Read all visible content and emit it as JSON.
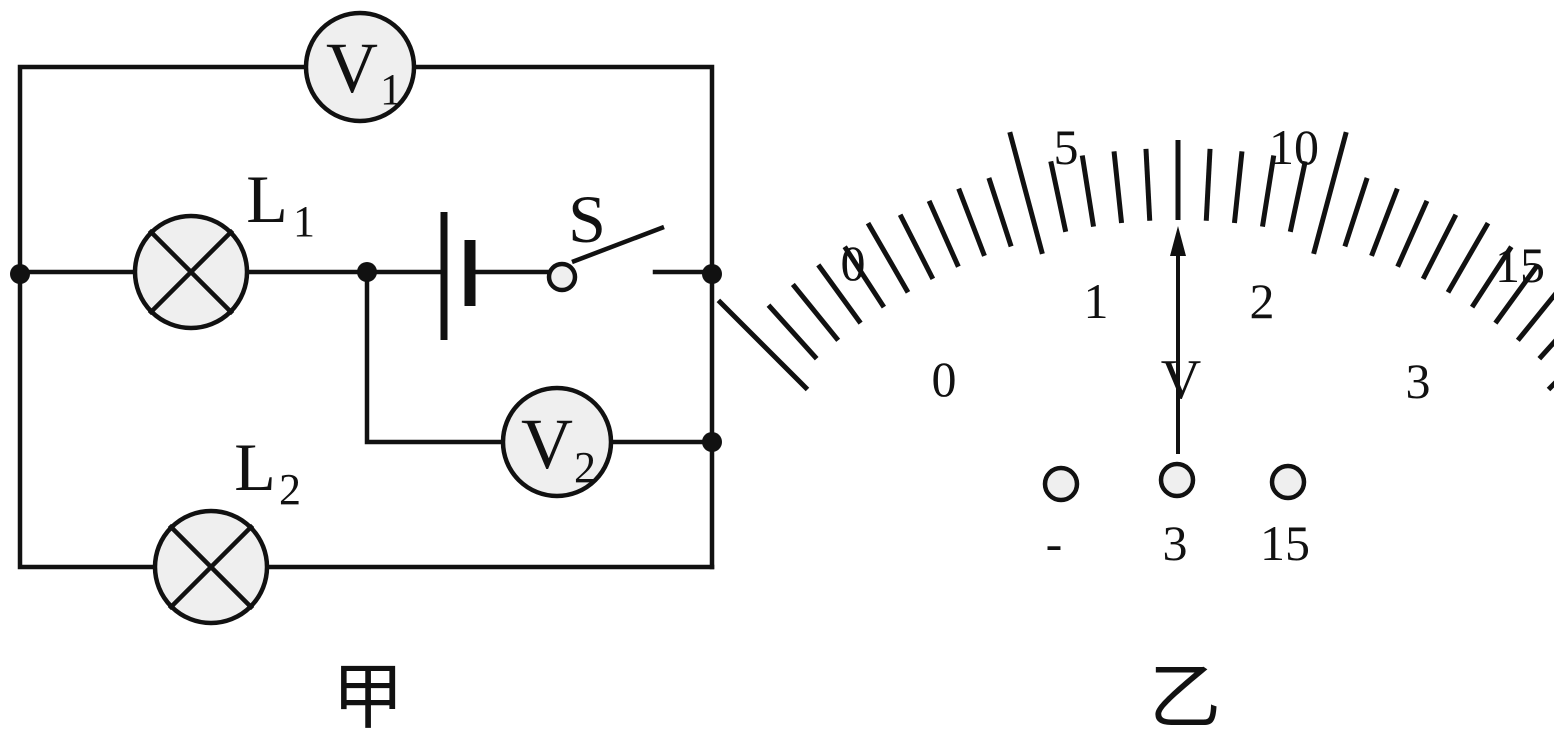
{
  "circuit": {
    "caption": "甲",
    "voltmeter_1": {
      "letter": "V",
      "sub": "1"
    },
    "voltmeter_2": {
      "letter": "V",
      "sub": "2"
    },
    "lamp_1": {
      "letter": "L",
      "sub": "1"
    },
    "lamp_2": {
      "letter": "L",
      "sub": "2"
    },
    "switch": {
      "letter": "S",
      "state": "open"
    }
  },
  "meter": {
    "caption": "乙",
    "unit": "V",
    "scale_large": {
      "labels": [
        "0",
        "5",
        "10",
        "15"
      ],
      "max": 15
    },
    "scale_small": {
      "labels": [
        "0",
        "1",
        "2",
        "3"
      ],
      "max": 3
    },
    "needle_reading_small": 1.5,
    "divisions": 30,
    "terminals": [
      "-",
      "3",
      "15"
    ]
  }
}
